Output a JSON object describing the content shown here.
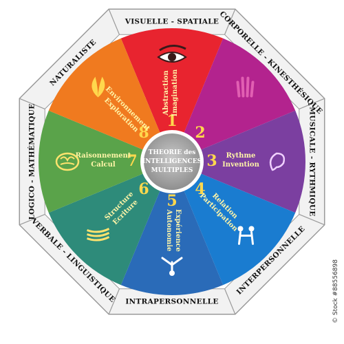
{
  "center": {
    "line1": "THEORIE des",
    "line2": "INTELLIGENCES",
    "line3": "MULTIPLES"
  },
  "segments": [
    {
      "number": "1",
      "line1": "Abstraction",
      "line2": "Imagination",
      "color": "#e8242f",
      "icon": "eye-icon"
    },
    {
      "number": "2",
      "line1": "",
      "line2": "",
      "color": "#b3238e",
      "icon": "hand-icon"
    },
    {
      "number": "3",
      "line1": "Rythme",
      "line2": "Invention",
      "color": "#7b3fa0",
      "icon": "ear-icon"
    },
    {
      "number": "4",
      "line1": "Relation",
      "line2": "Participation",
      "color": "#1a7cd0",
      "icon": "people-icon"
    },
    {
      "number": "5",
      "line1": "Expérience",
      "line2": "Autonomie",
      "color": "#2a6bb8",
      "icon": "person-icon"
    },
    {
      "number": "6",
      "line1": "Structure",
      "line2": "Ecriture",
      "color": "#2e8b7a",
      "icon": "book-icon"
    },
    {
      "number": "7",
      "line1": "Raisonnement",
      "line2": "Calcul",
      "color": "#5aa34a",
      "icon": "brain-icon"
    },
    {
      "number": "8",
      "line1": "Environnement",
      "line2": "Exploration",
      "color": "#f07a1f",
      "icon": "leaf-icon"
    }
  ],
  "rim_labels": [
    "VISUELLE - SPATIALE",
    "CORPORELLE - KINESTHÉSIQUE",
    "MUSICALE - RYTHMIQUE",
    "INTERPERSONNELLE",
    "INTRAPERSONNELLE",
    "VERBALE - LINGUISTIQUE",
    "LOGICO - MATHÉMATIQUE",
    "NATURALISTE"
  ],
  "credit": "© Stock #88556898"
}
